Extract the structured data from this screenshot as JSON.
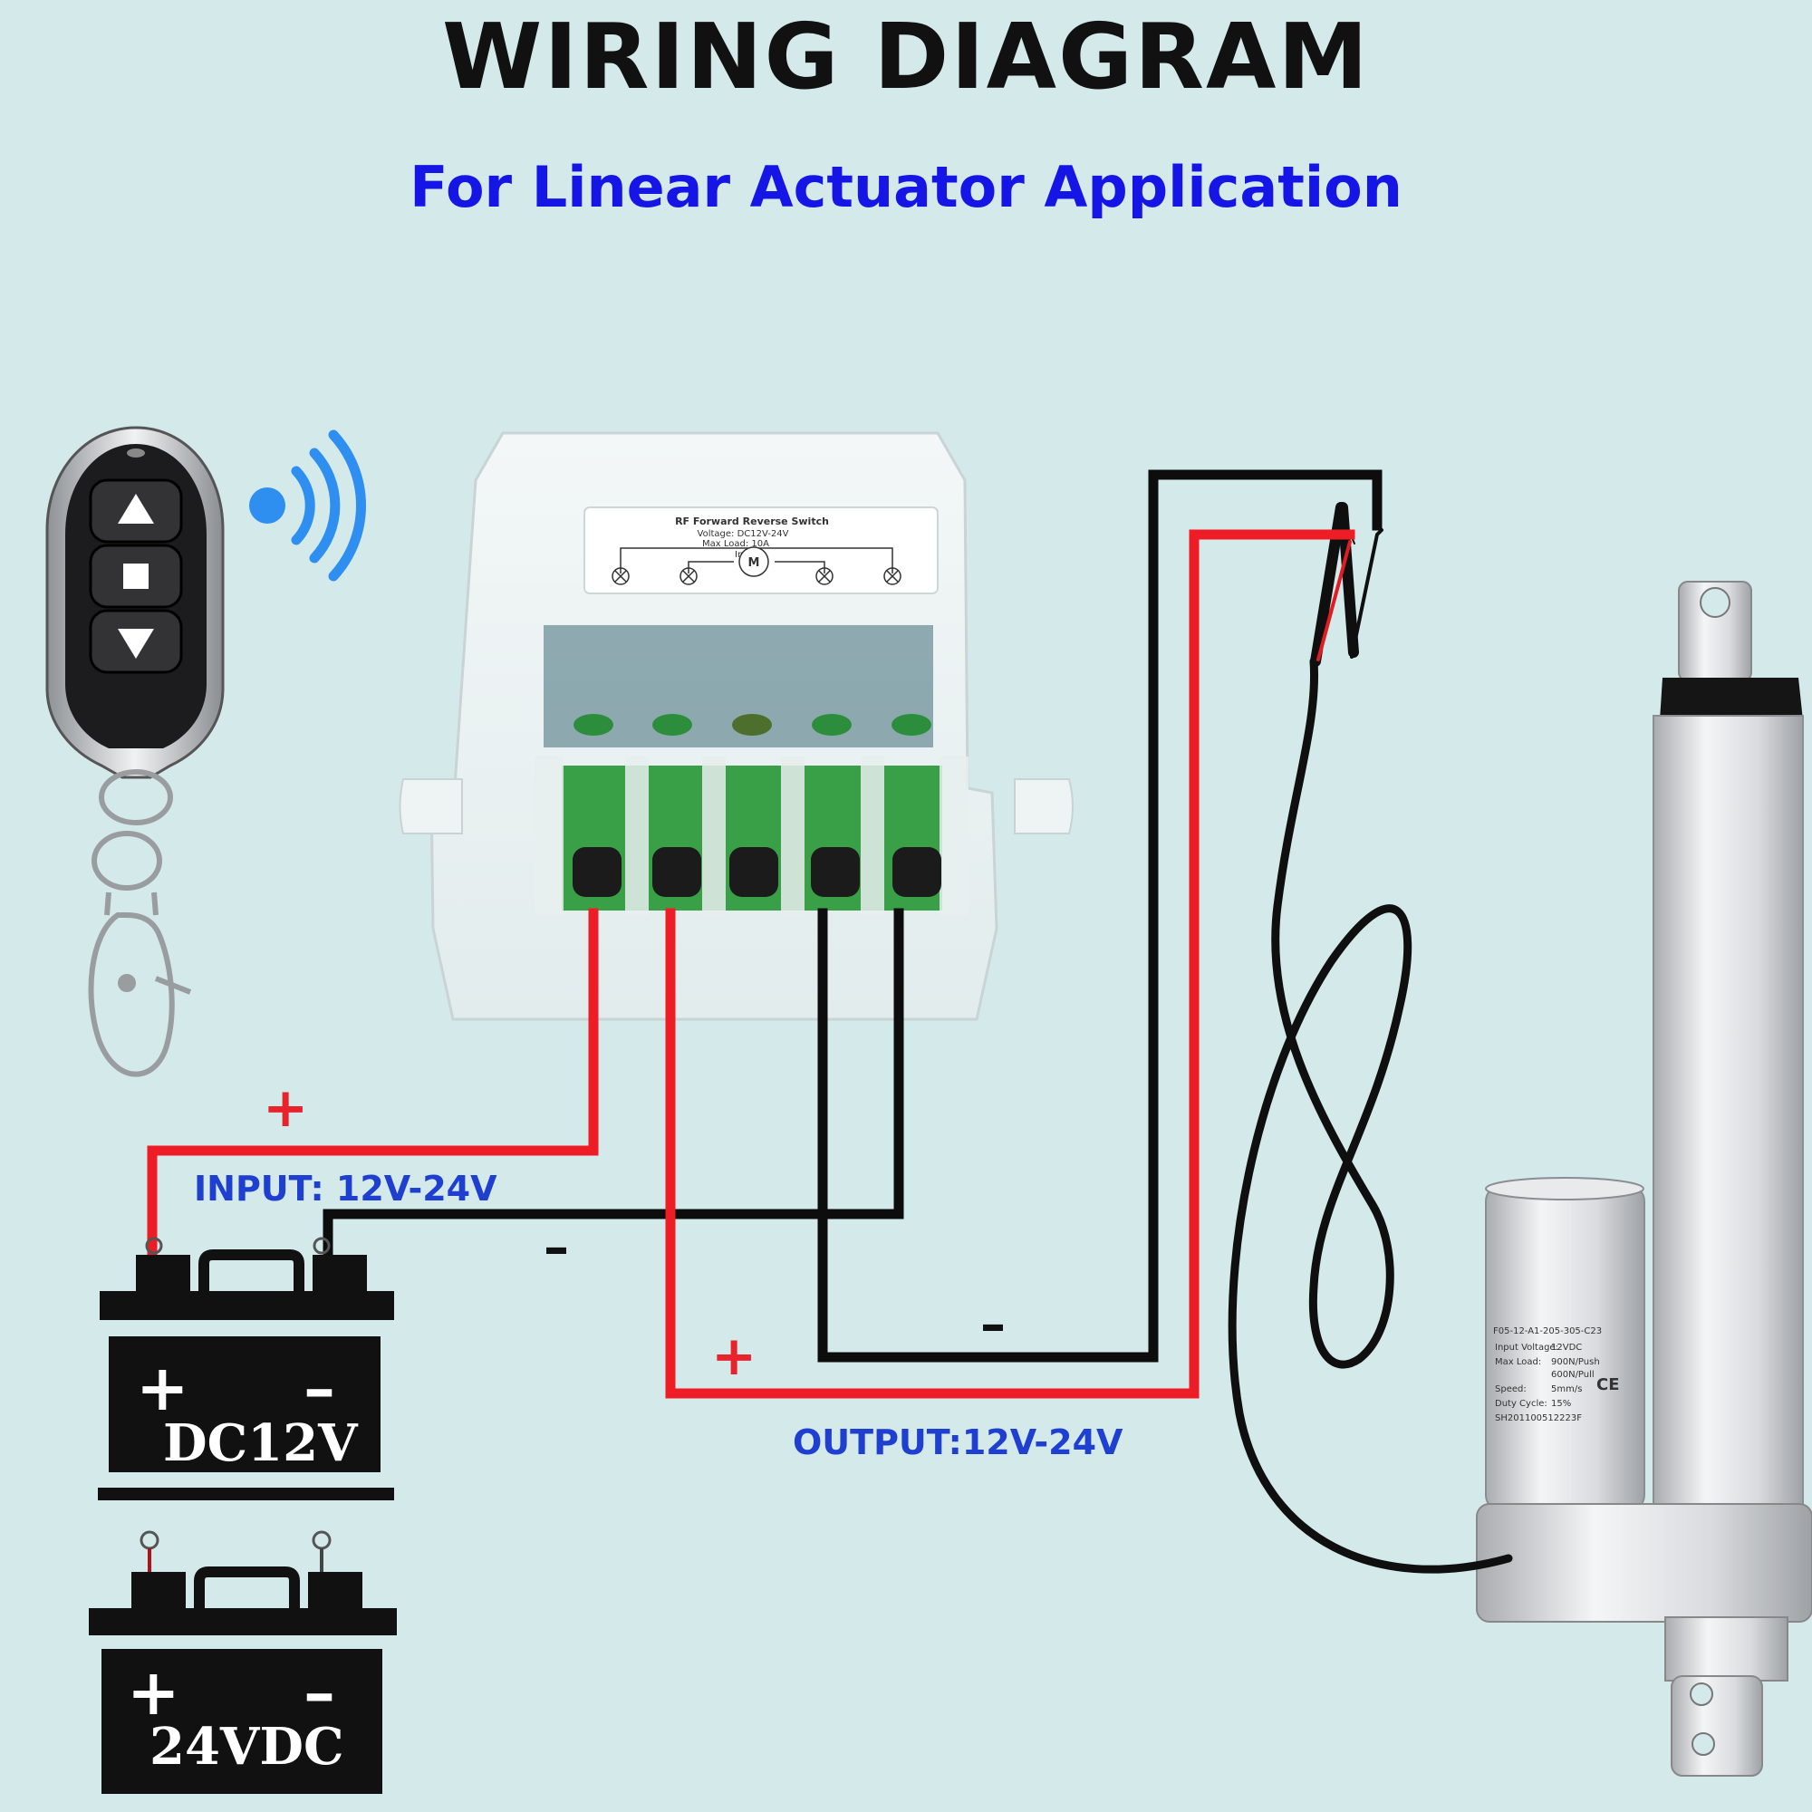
{
  "header": {
    "title": "WIRING DIAGRAM",
    "subtitle": "For Linear Actuator Application"
  },
  "labels": {
    "input": "INPUT: 12V-24V",
    "output": "OUTPUT:12V-24V",
    "plus": "+",
    "minus": "–"
  },
  "controller": {
    "name": "RF Forward Reverse Switch",
    "voltage": "Voltage: DC12V-24V",
    "max_load": "Max Load: 10A",
    "input_label": "Input",
    "motor_symbol": "M"
  },
  "batteries": {
    "battery_1": {
      "plus": "+",
      "minus": "–",
      "label": "DC12V"
    },
    "battery_2": {
      "plus": "+",
      "minus": "–",
      "label": "24VDC"
    }
  },
  "actuator": {
    "model": "F05-12-A1-205-305-C23",
    "rows": [
      [
        "Input Voltage:",
        "12VDC"
      ],
      [
        "Max Load:",
        "900N/Push"
      ],
      [
        "",
        "600N/Pull"
      ],
      [
        "Speed:",
        "5mm/s"
      ],
      [
        "Duty Cycle:",
        "15%"
      ]
    ],
    "serial": "SH201100512223F",
    "mark": "CE"
  },
  "colors": {
    "background": "#d3e9ea",
    "title": "#111111",
    "subtitle": "#1515e6",
    "wire_positive": "#ee1c24",
    "wire_negative": "#0d0d0d",
    "label_blue": "#1f3fd0",
    "sign_red": "#e8232b"
  },
  "icons": {
    "remote": "remote-control-icon",
    "signal": "wireless-signal-icon",
    "battery": "battery-icon",
    "controller": "relay-module-icon",
    "actuator": "linear-actuator-icon"
  }
}
